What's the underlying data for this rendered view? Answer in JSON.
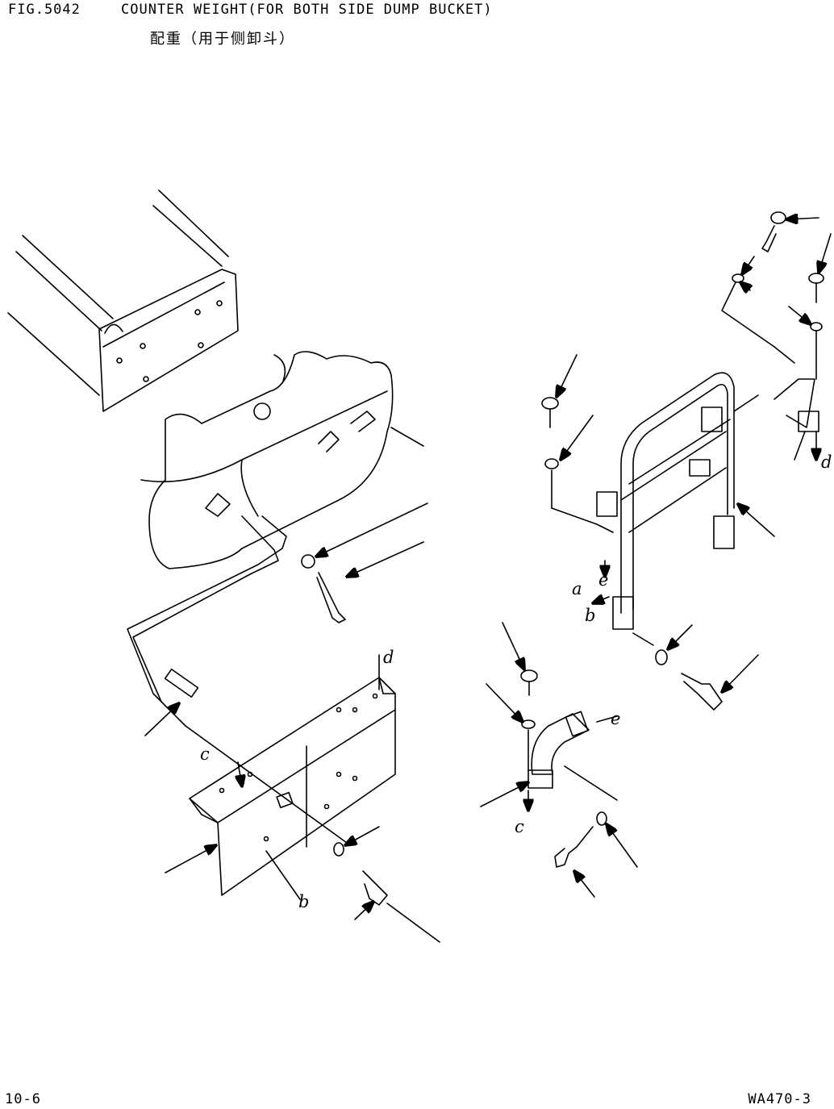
{
  "header": {
    "figure_number": "FIG.5042",
    "title": "COUNTER WEIGHT(FOR BOTH SIDE DUMP BUCKET)",
    "title_cn": "配重（用于侧卸斗）"
  },
  "footer": {
    "page_number": "10-6",
    "model": "WA470-3"
  },
  "callouts": {
    "a": "a",
    "b": "b",
    "c": "c",
    "d": "d",
    "e": "e"
  }
}
